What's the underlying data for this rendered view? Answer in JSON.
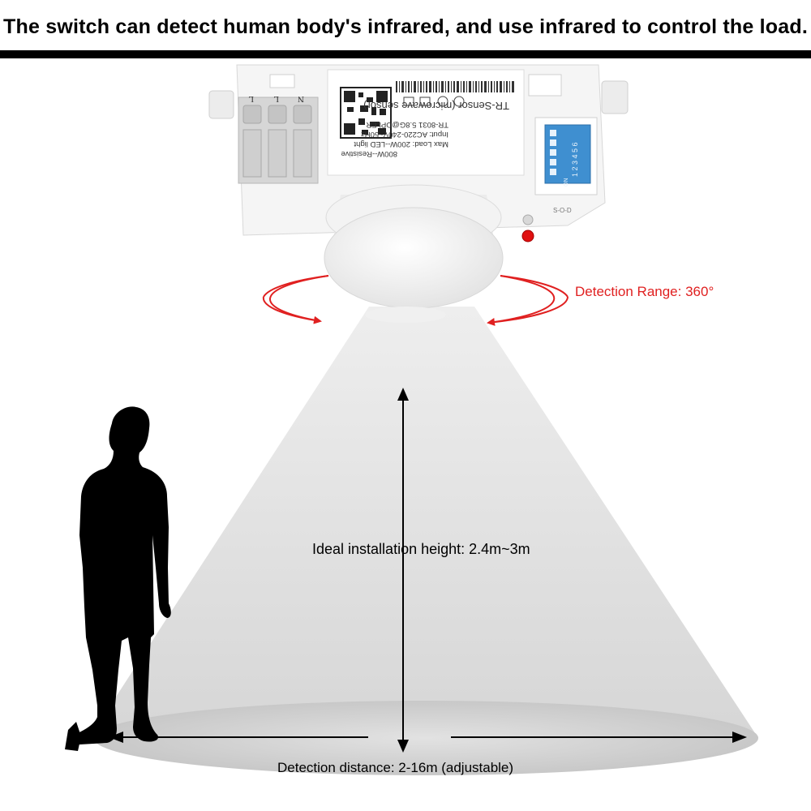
{
  "headline": "The switch can detect human body's infrared, and use infrared to control the load.",
  "device": {
    "name": "TR-Sensor (microwave sensor)",
    "model": "TR-8031 5.8G@DPLER",
    "input": "Input: AC220-240V~50Hz",
    "max_load": "Max Load:  200W--LED light",
    "resistive": "800W--Resistive",
    "terminals": [
      "L",
      "L",
      "N"
    ],
    "dip_numbers": "1 2 3 4 5 6",
    "dip_on": "ON",
    "side_marks": "S-O-D"
  },
  "labels": {
    "detection_range": "Detection Range: 360°",
    "installation_height": "Ideal installation height: 2.4m~3m",
    "detection_distance": "Detection distance: 2-16m  (adjustable)"
  },
  "colors": {
    "headline_text": "#000000",
    "range_accent": "#e02020",
    "beam": "#dcdcdc",
    "floor_ellipse": "#cfcfcf",
    "silhouette": "#000000",
    "device_body": "#f4f4f4",
    "dip_switch": "#3f8fd0",
    "red_led": "#e01010"
  }
}
